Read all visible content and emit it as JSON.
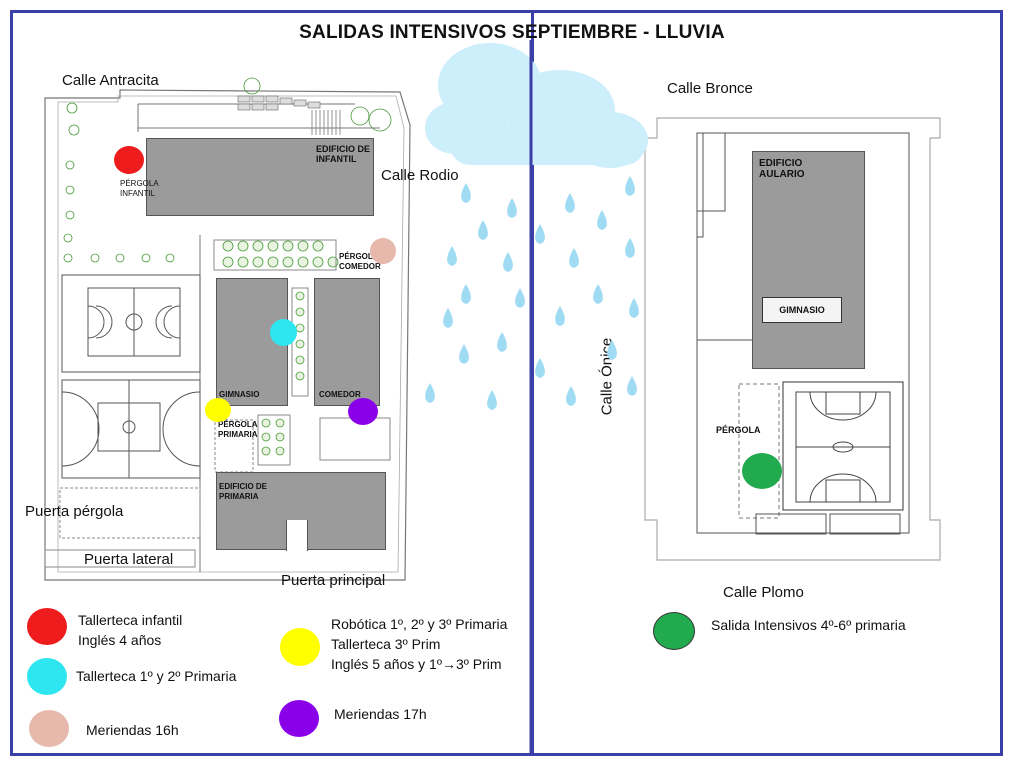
{
  "title": "SALIDAS INTENSIVOS SEPTIEMBRE - LLUVIA",
  "streets": {
    "antracita": "Calle Antracita",
    "rodio": "Calle Rodio",
    "bronce": "Calle Bronce",
    "onice": "Calle Ónice",
    "plomo": "Calle Plomo",
    "puerta_pergola": "Puerta pérgola",
    "puerta_lateral": "Puerta lateral",
    "puerta_principal": "Puerta principal"
  },
  "labels": {
    "edificio_infantil": [
      "EDIFICIO DE",
      "INFANTIL"
    ],
    "pergola_infantil": [
      "PÉRGOLA",
      "INFANTIL"
    ],
    "pergola_comedor": [
      "PÉRGOLA",
      "COMEDOR"
    ],
    "gimnasio": "GIMNASIO",
    "comedor": "COMEDOR",
    "pergola_primaria": [
      "PÉRGOLA",
      "PRIMARIA"
    ],
    "edificio_primaria": [
      "EDIFICIO DE",
      "PRIMARIA"
    ],
    "edificio_aulario": [
      "EDIFICIO",
      "AULARIO"
    ],
    "gimnasio_right": "GIMNASIO",
    "pergola_right": "PÉRGOLA"
  },
  "legend": {
    "red": [
      "Tallerteca infantil",
      "Inglés 4 años"
    ],
    "cyan": [
      "Tallerteca 1º y 2º Primaria"
    ],
    "pink": [
      "Meriendas 16h"
    ],
    "yellow": [
      "Robótica 1º, 2º y 3º Primaria",
      "Tallerteca 3º Prim",
      "Inglés 5 años y 1º→3º Prim"
    ],
    "purple": [
      "Meriendas 17h"
    ],
    "green": [
      "Salida Intensivos 4º-6º primaria"
    ]
  },
  "colors": {
    "frame": "#3b3fa8",
    "red": "#ee1c1c",
    "cyan": "#2ee6f0",
    "pink": "#e7b9ad",
    "yellow": "#ffff00",
    "purple": "#8a00e8",
    "green": "#22aa4e",
    "building": "#9b9b9b",
    "cloud": "#cdeefb",
    "rain": "#9fdcf4"
  }
}
